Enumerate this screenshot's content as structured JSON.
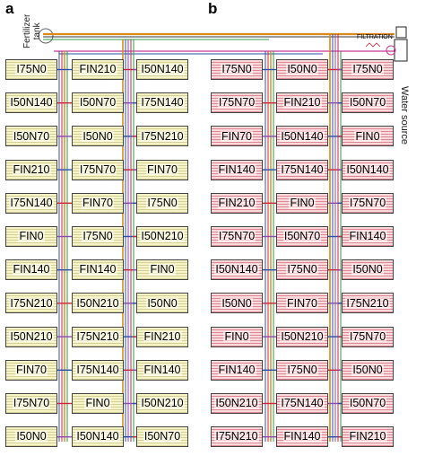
{
  "labels": {
    "panel_a": "a",
    "panel_b": "b",
    "fertilizer_line1": "Fertilizer",
    "fertilizer_line2": "tank",
    "filtration": "FILTRATION",
    "water_source": "Water source"
  },
  "panel_a": {
    "columns": [
      [
        "I75N0",
        "I50N140",
        "I50N70",
        "FIN210",
        "I75N140",
        "FIN0",
        "FIN140",
        "I75N210",
        "I50N210",
        "FIN70",
        "I75N70",
        "I50N0"
      ],
      [
        "FIN210",
        "I50N70",
        "I50N0",
        "I75N70",
        "FIN70",
        "I75N0",
        "FIN140",
        "I50N210",
        "I75N210",
        "I75N140",
        "FIN0",
        "I50N140"
      ],
      [
        "I50N140",
        "I75N140",
        "I75N210",
        "FIN70",
        "I75N0",
        "I50N210",
        "FIN0",
        "I50N0",
        "FIN210",
        "FIN140",
        "I50N210",
        "I50N70"
      ]
    ]
  },
  "panel_b": {
    "columns": [
      [
        "I75N0",
        "I75N70",
        "FIN70",
        "FIN140",
        "FIN210",
        "I75N70",
        "I50N140",
        "I50N0",
        "FIN0",
        "FIN140",
        "I50N210",
        "I75N210"
      ],
      [
        "I50N0",
        "FIN210",
        "I50N140",
        "I75N140",
        "FIN0",
        "I50N70",
        "I75N0",
        "FIN70",
        "I50N210",
        "I75N0",
        "I75N140",
        "FIN140"
      ],
      [
        "I75N0",
        "I50N70",
        "FIN0",
        "I50N140",
        "I75N70",
        "FIN140",
        "I50N0",
        "I75N210",
        "I75N70",
        "I50N0",
        "I50N70",
        "FIN210"
      ]
    ]
  },
  "colors": {
    "panel_a_fill": "#f6f3c6",
    "panel_b_fill": "#f8d9dc",
    "main_line_orange": "#d98a18",
    "line_blue": "#2e4fa8",
    "line_red": "#c8283a",
    "line_green": "#2f9a48",
    "line_purple": "#8a4ab0"
  }
}
